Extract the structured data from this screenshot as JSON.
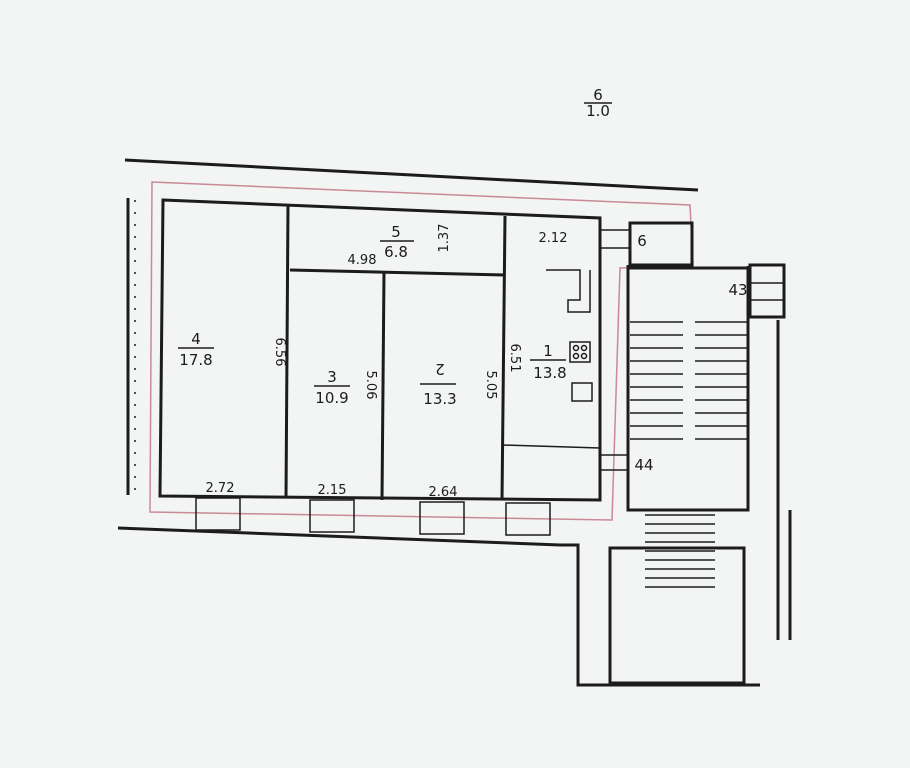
{
  "plan": {
    "area_outside": {
      "number": "6",
      "area": "1.0"
    },
    "rooms": [
      {
        "number": "1",
        "area": "13.8"
      },
      {
        "number": "2",
        "area": "13.3"
      },
      {
        "number": "3",
        "area": "10.9"
      },
      {
        "number": "4",
        "area": "17.8"
      },
      {
        "number": "5",
        "area": "6.8"
      },
      {
        "number": "6"
      }
    ],
    "dimensions": {
      "room4_length": "6.56",
      "room3_length": "5.06",
      "room2_length": "5.05",
      "room1_length": "6.51",
      "corridor_length": "4.98",
      "corridor_width": "1.37",
      "kitchen_width": "2.12",
      "room4_width": "2.72",
      "room3_width": "2.15",
      "room2_width": "2.64"
    },
    "apartment_numbers": {
      "upper": "43",
      "lower": "44"
    },
    "colors": {
      "walls": "#1c1c1c",
      "outline": "#c98a96",
      "paper": "#f3f4f4"
    }
  }
}
